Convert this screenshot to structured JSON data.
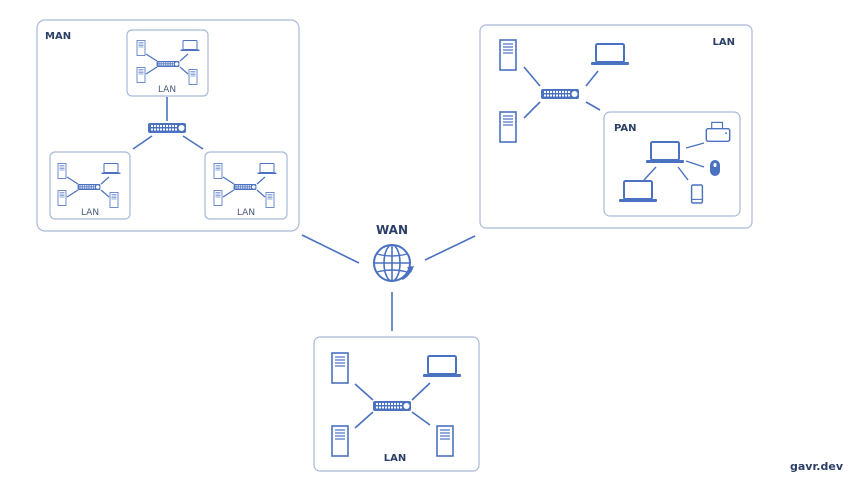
{
  "colors": {
    "icon": "#4a72c0",
    "border": "#a9b9d8",
    "label": "#2b3f66"
  },
  "man": {
    "label": "MAN",
    "lans": [
      {
        "label": "LAN"
      },
      {
        "label": "LAN"
      },
      {
        "label": "LAN"
      }
    ]
  },
  "right_lan": {
    "label": "LAN",
    "pan": {
      "label": "PAN"
    }
  },
  "wan": {
    "label": "WAN",
    "icon": "globe-icon"
  },
  "bottom_lan": {
    "label": "LAN"
  },
  "watermark": "gavr.dev"
}
